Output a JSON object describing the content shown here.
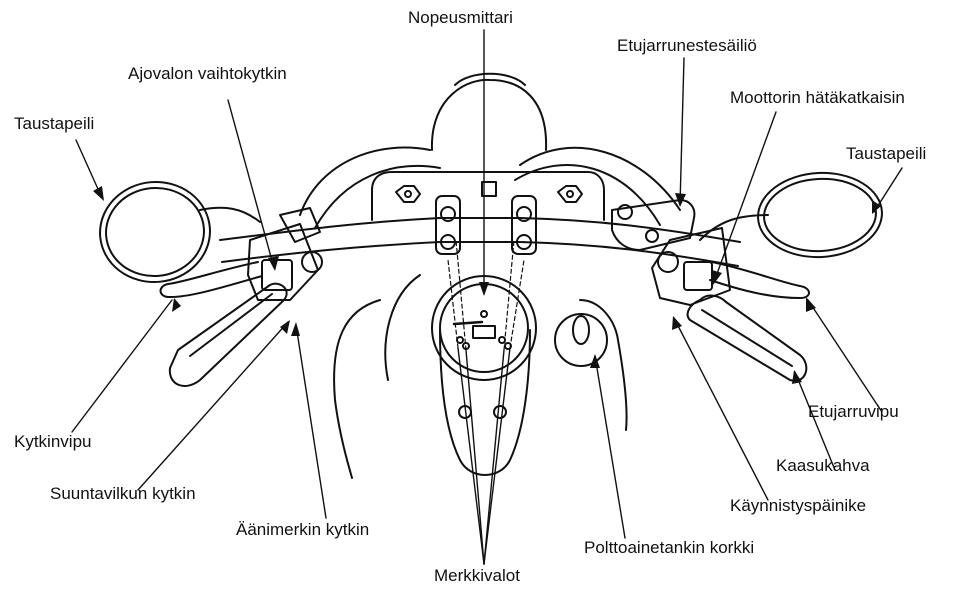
{
  "labels": {
    "speedometer": "Nopeusmittari",
    "front_brake_reservoir": "Etujarrunestesäiliö",
    "headlight_dimmer_switch": "Ajovalon vaihtokytkin",
    "engine_stop_switch": "Moottorin hätäkatkaisin",
    "left_mirror": "Taustapeili",
    "right_mirror": "Taustapeili",
    "clutch_lever": "Kytkinvipu",
    "front_brake_lever": "Etujarruvipu",
    "throttle_grip": "Kaasukahva",
    "turn_signal_switch": "Suuntavilkun kytkin",
    "start_button": "Käynnistyspäinike",
    "horn_button": "Äänimerkin kytkin",
    "fuel_fill_cap": "Polttoainetankin korkki",
    "indicators": "Merkkivalot"
  },
  "colors": {
    "line": "#111111",
    "background": "#ffffff"
  }
}
